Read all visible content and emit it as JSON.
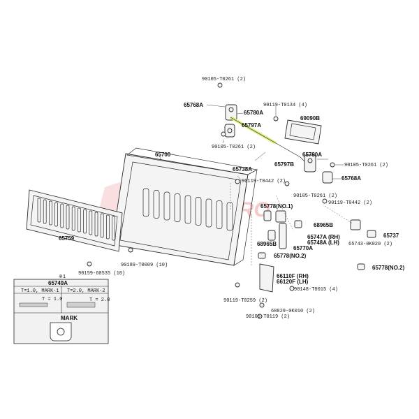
{
  "colors": {
    "highlight": "#d7f07a",
    "watermark": "#e25a5a",
    "line": "#2a2a2a"
  },
  "watermark": {
    "text": "SUPATARO"
  },
  "labels": {
    "p90105_t0261_top": "90105-T0261 (2)",
    "p65768a_left": "65768A",
    "p65780a": "65780A",
    "p90119_t0134": "90119-T0134 (4)",
    "p69090b": "69090B",
    "p65797a": "65797A",
    "p90105_t0261_mid": "90105-T0261 (2)",
    "p65700": "65700",
    "p65790a": "65790A",
    "p90105_t0261_right": "90105-T0261 (2)",
    "p65797b": "65797B",
    "p65738a": "65738A",
    "p65768a_right": "65768A",
    "p90119_t0442_a": "90119-T0442 (2)",
    "p90105_t0261_lower": "90105-T0261 (2)",
    "p90119_t0442_b": "90119-T0442 (2)",
    "p65778_no1": "65778(NO.1)",
    "p68965b_a": "68965B",
    "p65759": "65759",
    "p65747a": "65747A (RH)",
    "p65748a": "65748A (LH)",
    "p65737": "65737",
    "p68965b_b": "68965B",
    "p65770a": "65770A",
    "p65743": "65743-0K020 (2)",
    "p90189": "90189-T0009 (10)",
    "p65778_no2_mid": "65778(NO.2)",
    "p90159": "90159-60535 (10)",
    "p65778_no2_right": "65778(NO.2)",
    "p66110f": "66110F (RH)",
    "p66120f": "66120F (LH)",
    "p90148": "90148-T0015 (4)",
    "p90119_t0259": "90119-T0259 (2)",
    "p68829": "68829-0K010 (2)",
    "p90105_t0119": "90105-T0119 (2)"
  },
  "inset": {
    "ref": "※1",
    "title": "65749A",
    "col1": "T=1.0, MARK-1",
    "col2": "T=2.0, MARK-2",
    "t1": "T = 1.0",
    "t2": "T = 2.0",
    "mark": "MARK"
  }
}
